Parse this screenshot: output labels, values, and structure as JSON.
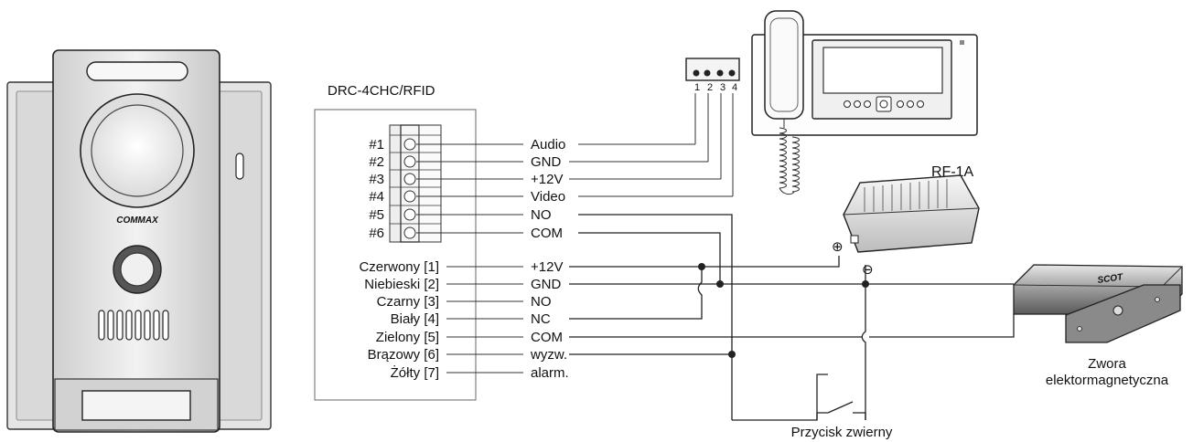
{
  "panel": {
    "brand": "COMMAX"
  },
  "module": {
    "title": "DRC-4CHC/RFID",
    "terminals": [
      "#1",
      "#2",
      "#3",
      "#4",
      "#5",
      "#6"
    ],
    "terminal_signals": [
      "Audio",
      "GND",
      "+12V",
      "Video",
      "NO",
      "COM"
    ],
    "wires": [
      "Czerwony [1]",
      "Niebieski [2]",
      "Czarny [3]",
      "Biały [4]",
      "Zielony [5]",
      "Brązowy [6]",
      "Żółty [7]"
    ],
    "wire_signals": [
      "+12V",
      "GND",
      "NO",
      "NC",
      "COM",
      "wyzw.",
      "alarm."
    ]
  },
  "monitor_connector": {
    "pins": [
      "1",
      "2",
      "3",
      "4"
    ]
  },
  "power_supply": {
    "label": "RF-1A",
    "plus_symbol": "⊕",
    "minus_symbol": "⊖"
  },
  "lock": {
    "brand": "SCOT",
    "label_line1": "Zwora",
    "label_line2": "elektormagnetyczna"
  },
  "button": {
    "label": "Przycisk zwierny"
  }
}
